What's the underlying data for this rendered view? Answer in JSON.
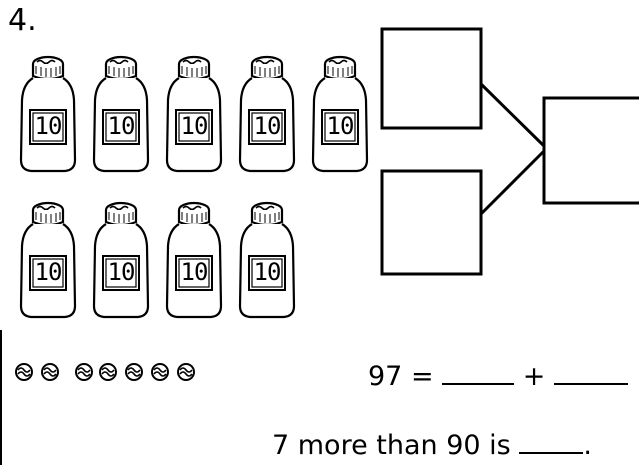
{
  "problem_number": "4.",
  "tens_jars": {
    "count": 9,
    "jar_label": "10",
    "rows": [
      5,
      4
    ]
  },
  "ones_candies": {
    "count": 7
  },
  "number_bond": {
    "boxes": 3,
    "values": [
      "",
      "",
      ""
    ]
  },
  "equation": {
    "lhs": "97 =",
    "operator": "+",
    "blank_1": "",
    "blank_2": ""
  },
  "sentence": {
    "prefix": "7 more than 90 is",
    "blank": "",
    "suffix": "."
  },
  "colors": {
    "ink": "#000000",
    "paper": "#ffffff"
  }
}
